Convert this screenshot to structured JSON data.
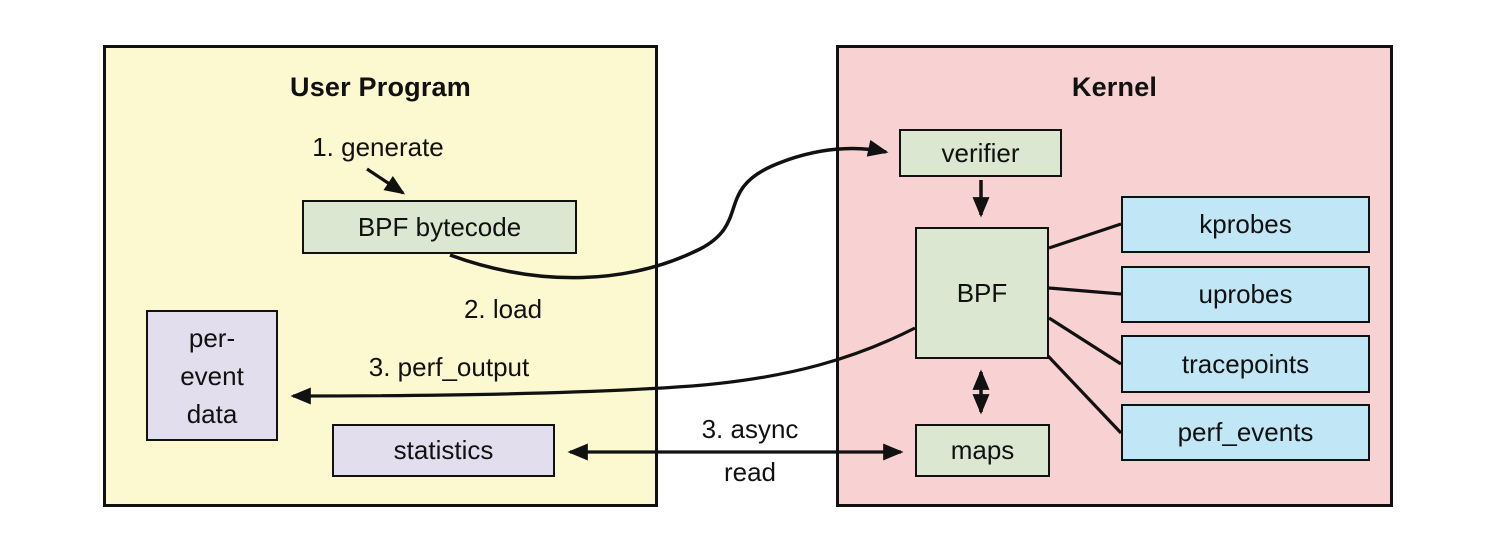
{
  "diagram": {
    "user_program": {
      "title": "User Program",
      "bpf_bytecode_label": "BPF bytecode",
      "per_event_lines": [
        "per-",
        "event",
        "data"
      ],
      "statistics_label": "statistics"
    },
    "kernel": {
      "title": "Kernel",
      "verifier_label": "verifier",
      "bpf_label": "BPF",
      "maps_label": "maps",
      "event_sources": [
        "kprobes",
        "uprobes",
        "tracepoints",
        "perf_events"
      ]
    },
    "flow_labels": {
      "generate": "1. generate",
      "load": "2. load",
      "perf_output": "3. perf_output",
      "async_line1": "3. async",
      "async_line2": "read"
    },
    "colors": {
      "user_program_bg": "#fcf8cf",
      "kernel_bg": "#f8d2d2",
      "process_box": "#dbe7d1",
      "event_source_box": "#c1e7f7",
      "data_box": "#e2deed",
      "line": "#111111"
    }
  }
}
